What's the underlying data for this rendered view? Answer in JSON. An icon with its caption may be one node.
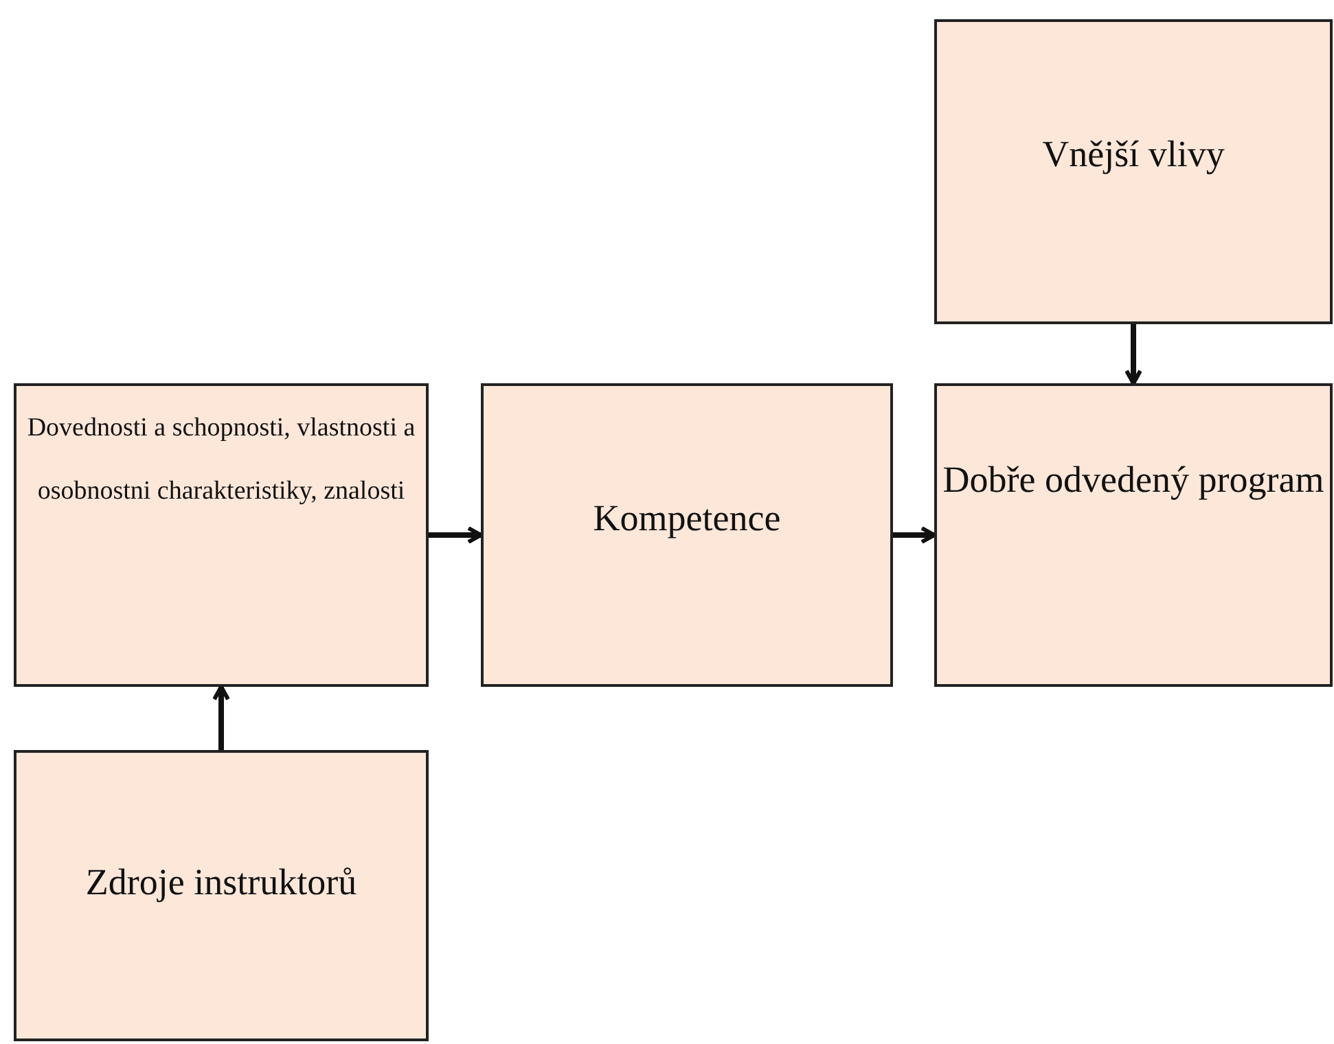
{
  "diagram": {
    "nodes": [
      {
        "text": [
          "Vnější vlivy"
        ]
      },
      {
        "text": [
          "Dovednosti a schopnosti, vlastnosti a osobnostni charakteristiky, znalosti"
        ]
      },
      {
        "text": [
          "Kompetence"
        ]
      },
      {
        "text": [
          "Dobře odvedený program"
        ]
      },
      {
        "text": [
          "Zdroje instruktorů"
        ]
      }
    ],
    "edges": [
      {
        "from": 4,
        "to": 1,
        "arrow": "to"
      },
      {
        "from": 1,
        "to": 2,
        "arrow": "to"
      },
      {
        "from": 2,
        "to": 3,
        "arrow": "to"
      },
      {
        "from": 0,
        "to": 3,
        "arrow": "to"
      }
    ]
  }
}
